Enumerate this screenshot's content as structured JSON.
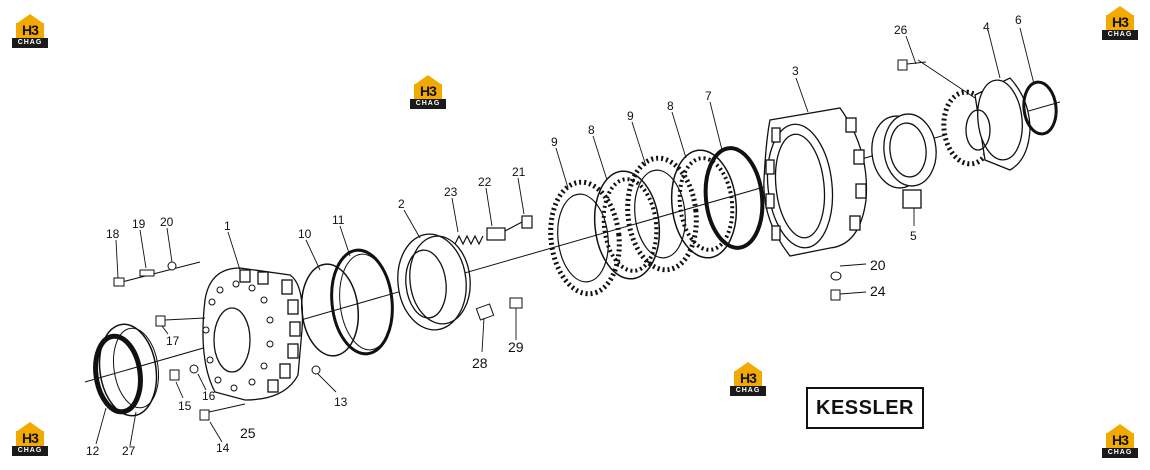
{
  "brand_label": "KESSLER",
  "logo": {
    "mark": "H3",
    "sub": "CHAG"
  },
  "colors": {
    "logo_accent": "#f2a900",
    "logo_dark": "#1a1a1a",
    "line": "#111111"
  },
  "part_labels": [
    "1",
    "2",
    "3",
    "4",
    "5",
    "6",
    "7",
    "8",
    "8",
    "9",
    "9",
    "10",
    "11",
    "12",
    "13",
    "14",
    "15",
    "16",
    "17",
    "18",
    "19",
    "20",
    "20",
    "21",
    "22",
    "23",
    "24",
    "25",
    "26",
    "27",
    "28",
    "29"
  ]
}
